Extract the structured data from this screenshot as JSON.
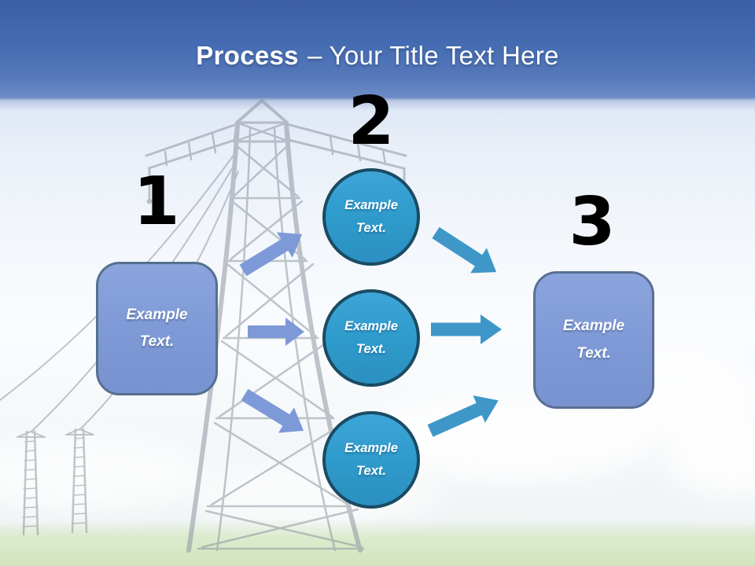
{
  "slide": {
    "title": {
      "emphasis": "Process",
      "rest": "– Your Title Text Here"
    },
    "graphics": {
      "background": "transmission-tower-photo",
      "connector_style": "block-arrow"
    }
  },
  "diagram": {
    "step_numbers": [
      "1",
      "2",
      "3"
    ],
    "left_box": {
      "line1": "Example",
      "line2": "Text."
    },
    "circles": [
      {
        "line1": "Example",
        "line2": "Text."
      },
      {
        "line1": "Example",
        "line2": "Text."
      },
      {
        "line1": "Example",
        "line2": "Text."
      }
    ],
    "right_box": {
      "line1": "Example",
      "line2": "Text."
    }
  },
  "colors": {
    "sky_top": "#3c5fa7",
    "sky_light": "#eef3fa",
    "grass": "#d3e5c0",
    "box_fill": "#7e99d6",
    "box_border": "#55708f",
    "circle_fill": "#2f9ccd",
    "circle_border": "#1b4b63",
    "arrow_left": "#7d99d8",
    "arrow_right": "#3e97c8",
    "title_text": "#ffffff",
    "number_text": "#000000",
    "tower_gray": "#868d9a"
  }
}
